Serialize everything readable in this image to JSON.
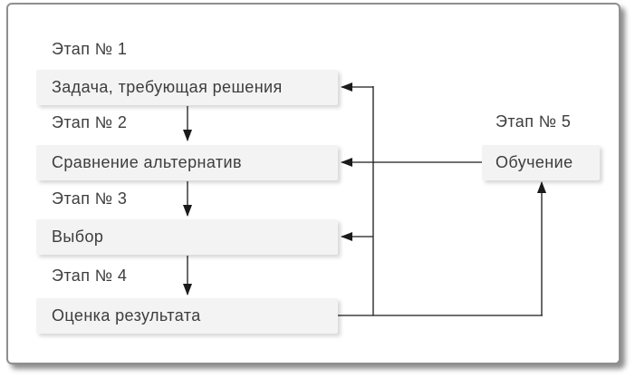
{
  "diagram": {
    "stages": [
      {
        "label": "Этап № 1",
        "box": "Задача, требующая решения"
      },
      {
        "label": "Этап № 2",
        "box": "Сравнение альтернатив"
      },
      {
        "label": "Этап № 3",
        "box": "Выбор"
      },
      {
        "label": "Этап № 4",
        "box": "Оценка результата"
      },
      {
        "label": "Этап № 5",
        "box": "Обучение"
      }
    ],
    "colors": {
      "box_fill": "#f3f3f3",
      "text": "#3d3d3d",
      "connector": "#1b1b1b",
      "frame_border": "#8f8f8f"
    }
  }
}
